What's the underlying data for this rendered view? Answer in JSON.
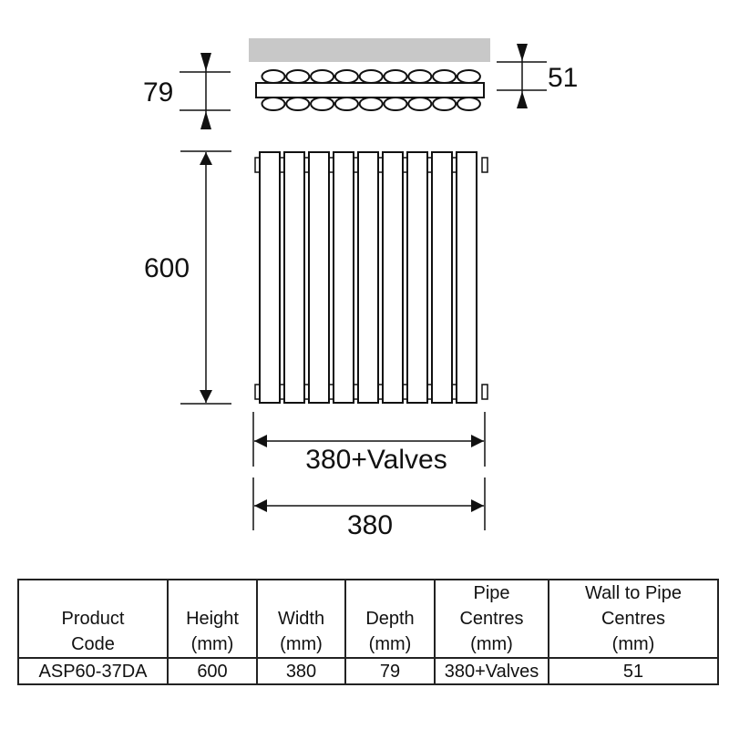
{
  "diagram": {
    "top_view": {
      "depth_label": "79",
      "wall_to_pipe_label": "51",
      "column_count": 9,
      "wall_color": "#c8c8c8"
    },
    "front_view": {
      "height_label": "600",
      "width_with_valves_label": "380+Valves",
      "width_label": "380",
      "column_count": 9
    }
  },
  "table": {
    "headers": [
      {
        "lines": [
          "Product",
          "Code"
        ]
      },
      {
        "lines": [
          "Height",
          "(mm)"
        ]
      },
      {
        "lines": [
          "Width",
          "(mm)"
        ]
      },
      {
        "lines": [
          "Depth",
          "(mm)"
        ]
      },
      {
        "lines": [
          "Pipe",
          "Centres",
          "(mm)"
        ]
      },
      {
        "lines": [
          "Wall to Pipe",
          "Centres",
          "(mm)"
        ]
      }
    ],
    "rows": [
      [
        "ASP60-37DA",
        "600",
        "380",
        "79",
        "380+Valves",
        "51"
      ]
    ]
  }
}
